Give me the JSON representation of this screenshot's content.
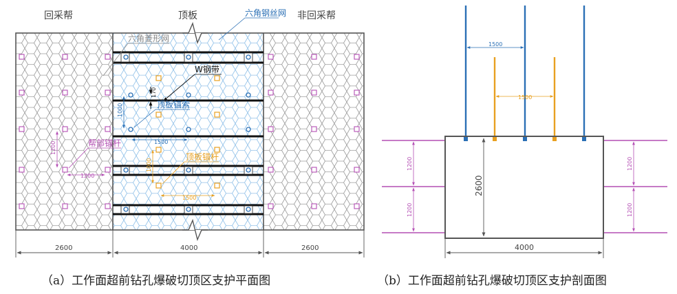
{
  "plan": {
    "label_left": "回采帮",
    "label_center": "顶板",
    "label_right": "非回采帮",
    "label_steel_mesh": "六角钢丝网",
    "label_hex_mesh": "六角菱形网",
    "label_w_strap": "W钢带",
    "label_roof_cable": "顶板锚索",
    "label_rib_bolt": "帮部锚杆",
    "label_roof_bolt": "顶板锚杆",
    "dim_170": "170",
    "dim_1000": "1000",
    "dim_1500_cable": "1500",
    "dim_1200_v": "1200",
    "dim_1200_h": "1200",
    "dim_1000_bolt": "1000",
    "dim_1500_bolt": "1500",
    "dim_left": "2600",
    "dim_center": "4000",
    "dim_right": "2600"
  },
  "section": {
    "dim_cable_1500": "1500",
    "dim_bolt_1500": "1500",
    "dim_height": "2600",
    "dim_width": "4000",
    "dim_left_1200_a": "1200",
    "dim_left_1200_b": "1200",
    "dim_right_1200_a": "1200",
    "dim_right_1200_b": "1200"
  },
  "captions": {
    "a": "（a）工作面超前钻孔爆破切顶区支护平面图",
    "b": "（b）工作面超前钻孔爆破切顶区支护剖面图"
  },
  "colors": {
    "cable": "#2a6fb5",
    "bolt": "#e8a020",
    "rib_bolt": "#b44fb4",
    "outline": "#555555",
    "mesh": "#9a9a9a",
    "mesh_blue": "#8fc0e8"
  }
}
